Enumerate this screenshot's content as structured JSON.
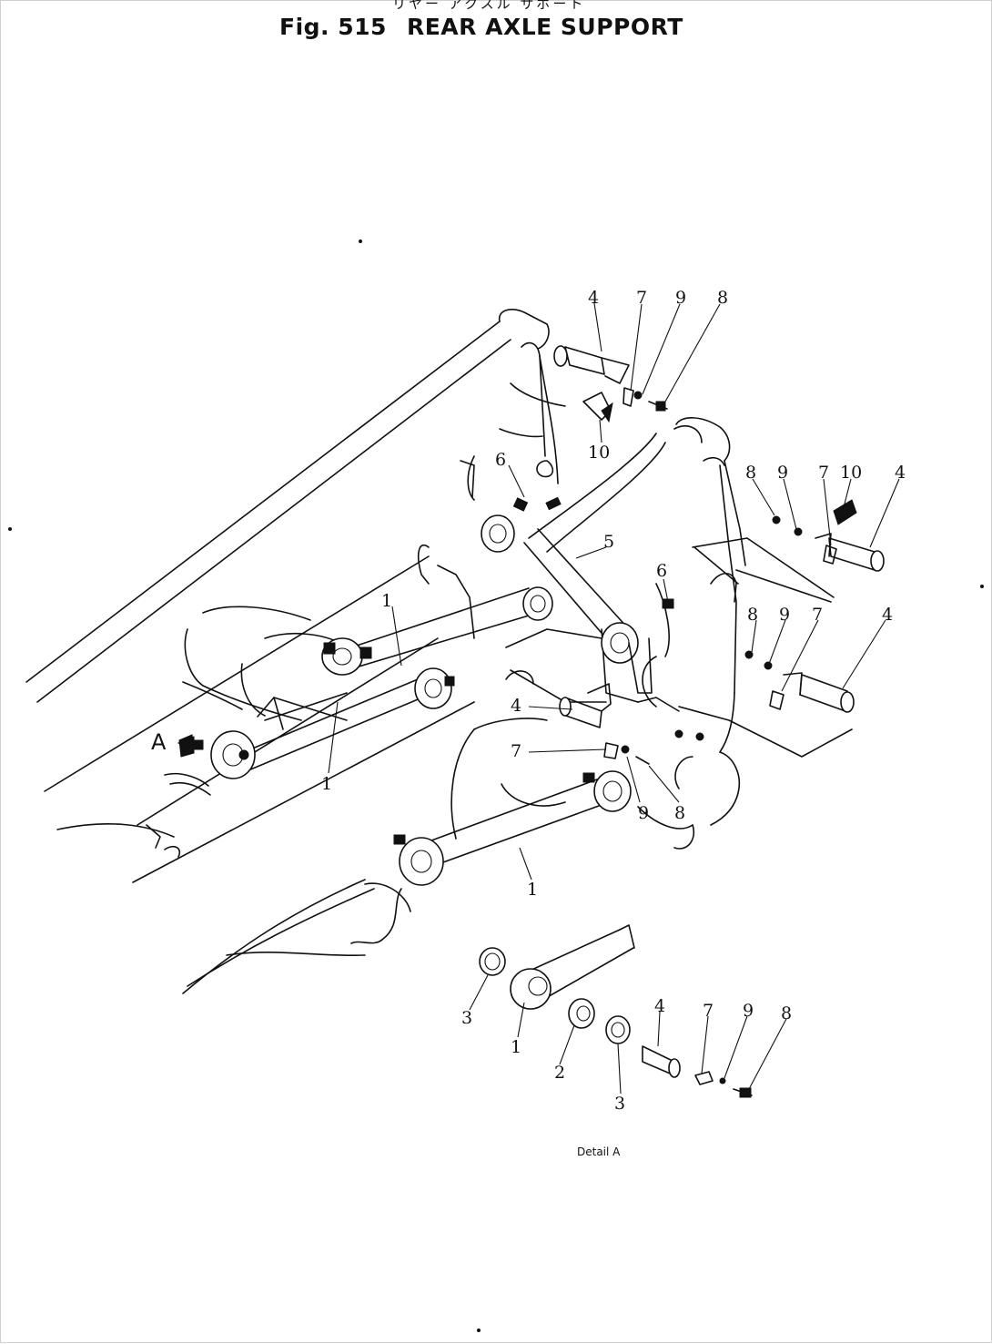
{
  "figure": {
    "subtitle_jp": "リヤー アクスル サポート",
    "fig_label": "Fig. 515",
    "title": "REAR AXLE SUPPORT"
  },
  "view_marker": "A",
  "detail_caption": "Detail A",
  "callouts": {
    "top_bracket": [
      "4",
      "7",
      "9",
      "8",
      "10"
    ],
    "right_bracket_upper": [
      "8",
      "9",
      "7",
      "10",
      "4"
    ],
    "right_bracket_lower": [
      "8",
      "9",
      "7",
      "4"
    ],
    "center": [
      "6",
      "5",
      "6",
      "4",
      "7",
      "9",
      "8"
    ],
    "links": [
      "1",
      "1",
      "1"
    ],
    "detail_a": [
      "3",
      "1",
      "2",
      "3",
      "4",
      "7",
      "9",
      "8"
    ]
  }
}
